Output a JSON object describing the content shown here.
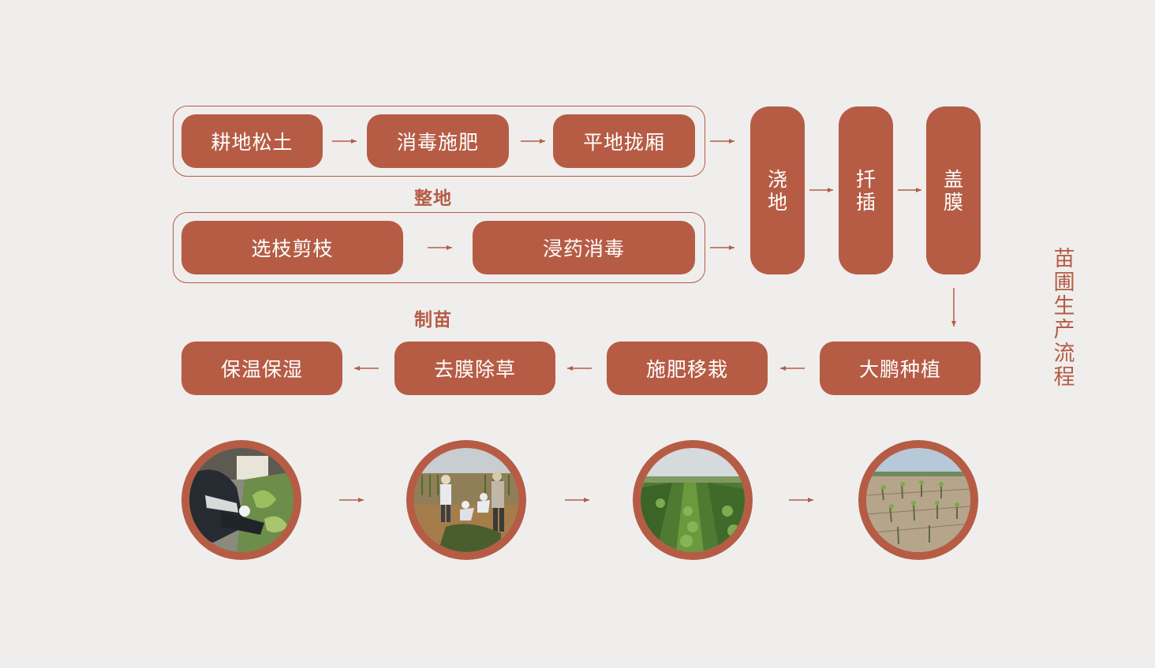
{
  "diagram": {
    "side_title": "苗圃生产流程",
    "prep_group": {
      "label": "整地",
      "steps": [
        "耕地松土",
        "消毒施肥",
        "平地拢厢"
      ]
    },
    "seedling_group": {
      "label": "制苗",
      "steps": [
        "选枝剪枝",
        "浸药消毒"
      ]
    },
    "vertical_steps": [
      "浇地",
      "扦插",
      "盖膜"
    ],
    "bottom_steps": [
      "大鹏种植",
      "施肥移栽",
      "去膜除草",
      "保温保湿"
    ],
    "photos": [
      {
        "icon": "worker-pruning-photo"
      },
      {
        "icon": "workers-planting-photo"
      },
      {
        "icon": "green-seedling-field-photo"
      },
      {
        "icon": "bare-cutting-field-photo"
      }
    ]
  },
  "colors": {
    "accent": "#b65c45",
    "background": "#efeeed",
    "text_on_accent": "#ffffff"
  }
}
